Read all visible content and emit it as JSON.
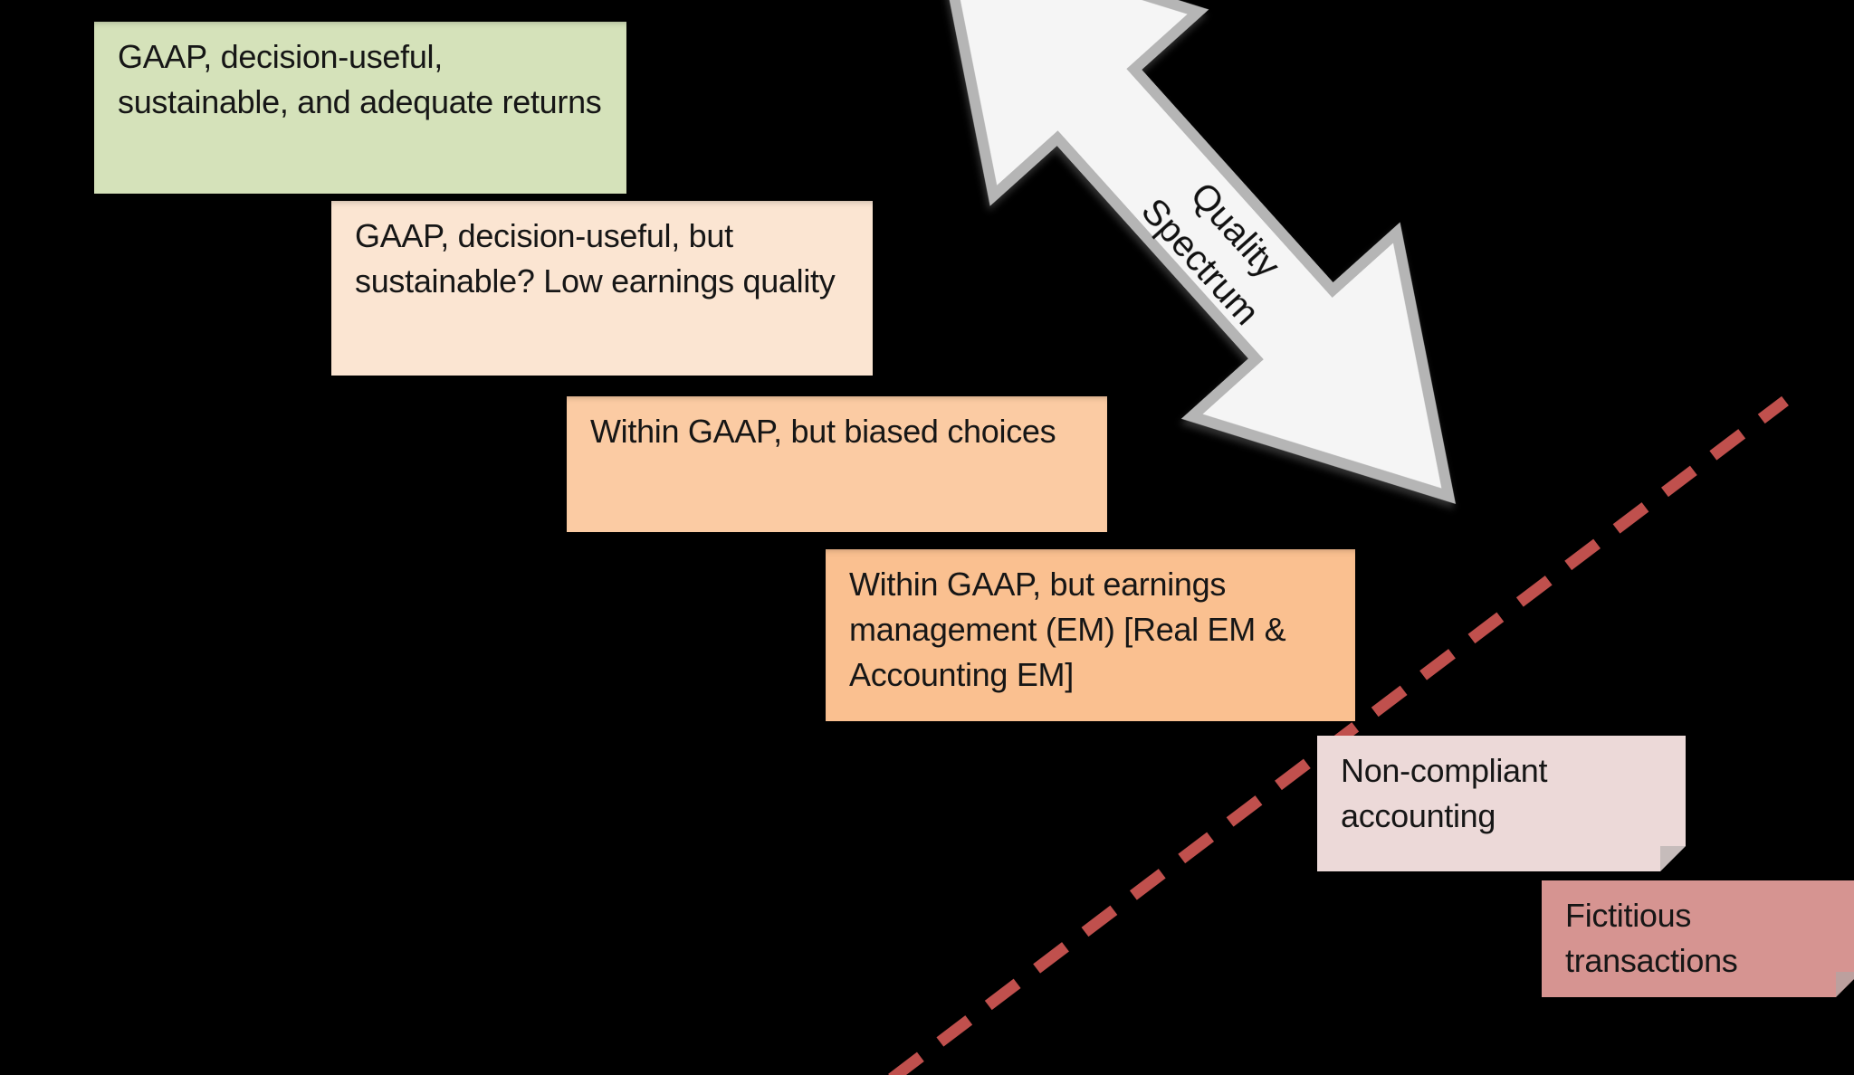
{
  "background": "#000000",
  "arrow": {
    "label_line1": "Quality",
    "label_line2": "Spectrum",
    "fill": "#f5f5f5",
    "border_color": "#b5b5b5"
  },
  "divider": {
    "color": "#c0504d",
    "style": "dashed"
  },
  "boxes": [
    {
      "label": "GAAP, decision-useful, sustainable, and adequate returns",
      "color": "#d5e2ba"
    },
    {
      "label": "GAAP, decision-useful, but sustainable? Low earnings quality",
      "color": "#fbe5d2"
    },
    {
      "label": "Within GAAP, but biased choices",
      "color": "#fbcba3"
    },
    {
      "label": "Within GAAP, but earnings management (EM) [Real EM & Accounting EM]",
      "color": "#fac090"
    },
    {
      "label": "Non-compliant accounting",
      "color": "#ecd9d8",
      "fold_color": "#c6bcbb"
    },
    {
      "label": "Fictitious transactions",
      "color": "#d69491",
      "fold_color": "#bca09e"
    }
  ]
}
